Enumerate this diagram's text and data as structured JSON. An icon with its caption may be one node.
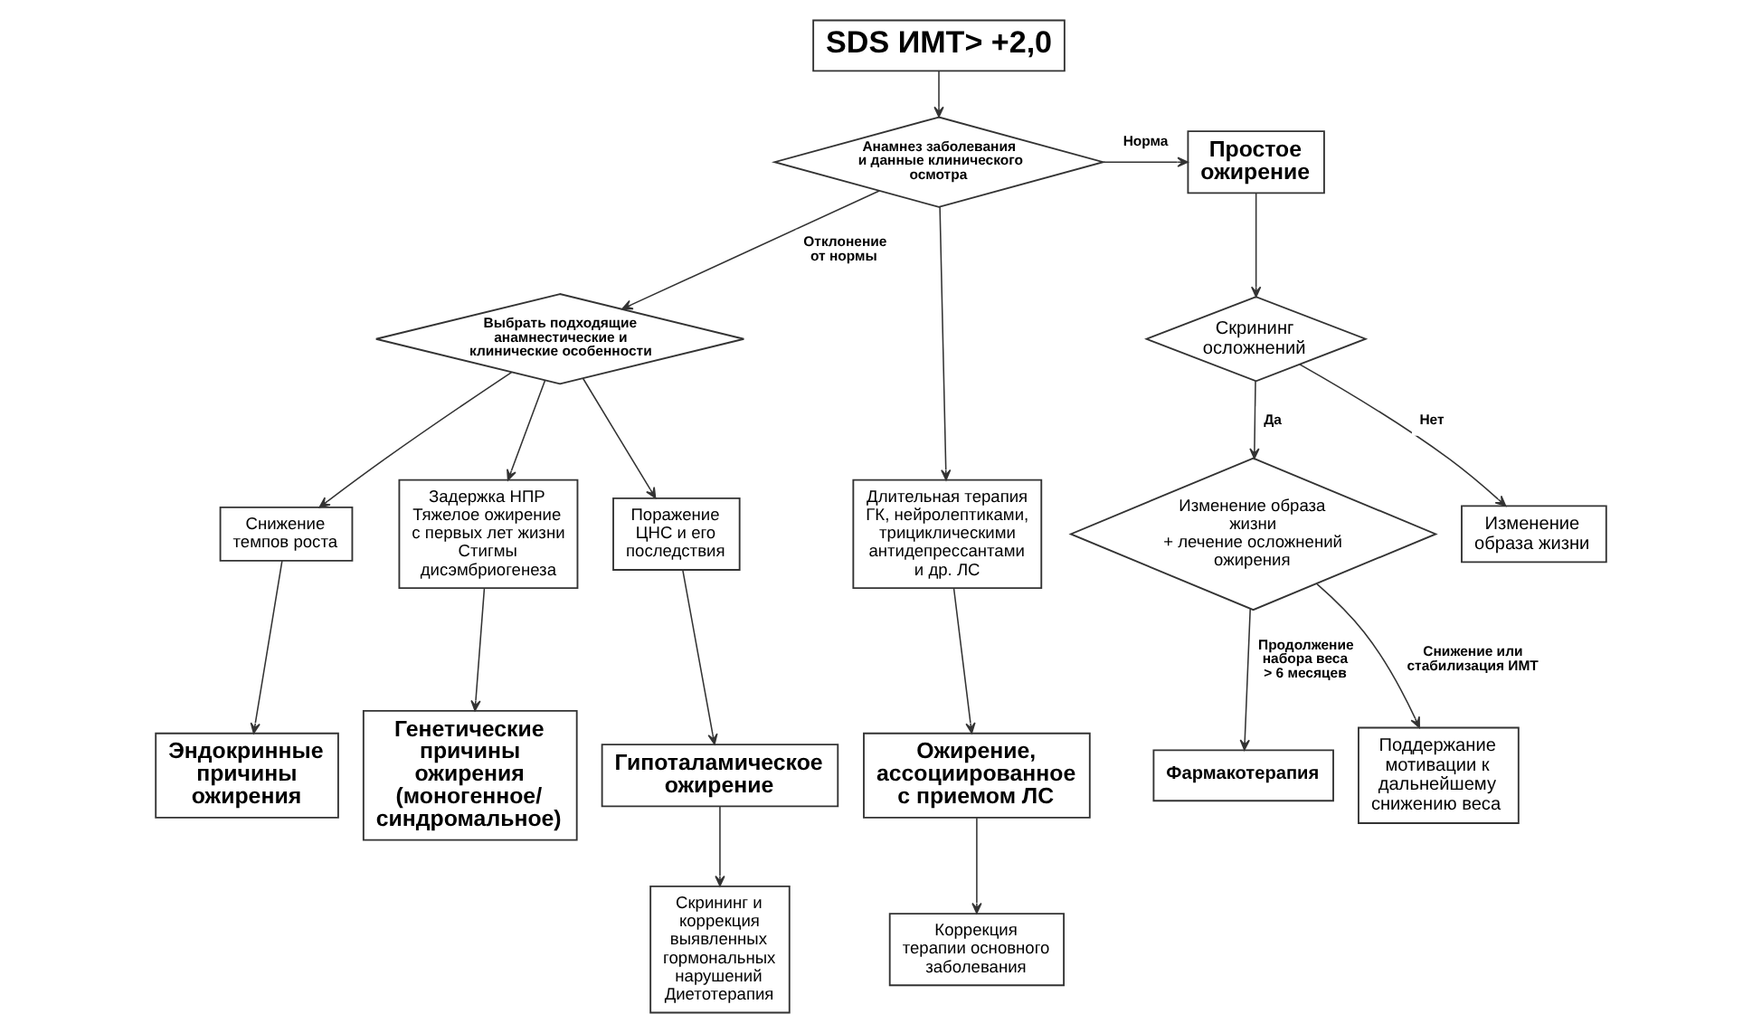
{
  "diagram": {
    "nodes": [
      {
        "text": [
          "SDS ИМТ> +2,0"
        ]
      },
      {
        "text": [
          "Анамнез заболевания и данные клинического осмотра"
        ]
      },
      {
        "text": [
          "Простое ожирение"
        ]
      },
      {
        "text": [
          "Выбрать подходящие анамнестические и клинические особенности"
        ]
      },
      {
        "text": [
          "Длительная терапия ГК, нейролептиками, трициклическими антидепрессантами и др. ЛС"
        ]
      },
      {
        "text": [
          "Скрининг осложнений"
        ]
      },
      {
        "text": [
          "Снижение темпов роста"
        ]
      },
      {
        "text": [
          "Задержка НПР",
          "Тяжелое ожирение с первых лет жизни",
          "Стигмы дисэмбриогенеза"
        ]
      },
      {
        "text": [
          "Поражение ЦНС и его последствия"
        ]
      },
      {
        "text": [
          "Изменение образа жизни"
        ]
      },
      {
        "text": [
          "Изменение образа жизни + лечение осложнений ожирения"
        ]
      },
      {
        "text": [
          "Ожирение, ассоциированное с приемом ЛС"
        ]
      },
      {
        "text": [
          "Гипоталамическое ожирение"
        ]
      },
      {
        "text": [
          "Эндокринные причины ожирения"
        ]
      },
      {
        "text": [
          "Генетические причины ожирения (моногенное/ синдромальное)"
        ]
      },
      {
        "text": [
          "Скрининг и коррекция выявленных гормональных нарушений",
          "Диетотерапия"
        ]
      },
      {
        "text": [
          "Коррекция терапии основного заболевания"
        ]
      },
      {
        "text": [
          "Фармакотерапия"
        ]
      },
      {
        "text": [
          "Поддержание мотивации к дальнейшему снижению веса"
        ]
      }
    ],
    "edges": [
      {
        "from": 0,
        "to": 1,
        "arrow": "to"
      },
      {
        "from": 1,
        "to": 3,
        "arrow": "to",
        "label": "Отклонение от нормы"
      },
      {
        "from": 1,
        "to": 2,
        "arrow": "to",
        "label": "Норма"
      },
      {
        "from": 1,
        "to": 4,
        "arrow": "to"
      },
      {
        "from": 2,
        "to": 5,
        "arrow": "to"
      },
      {
        "from": 3,
        "to": 6,
        "arrow": "to"
      },
      {
        "from": 3,
        "to": 7,
        "arrow": "to"
      },
      {
        "from": 3,
        "to": 8,
        "arrow": "to"
      },
      {
        "from": 5,
        "to": 10,
        "arrow": "to",
        "label": "Да"
      },
      {
        "from": 5,
        "to": 9,
        "arrow": "to",
        "label": "Нет"
      },
      {
        "from": 6,
        "to": 13,
        "arrow": "to"
      },
      {
        "from": 7,
        "to": 14,
        "arrow": "to"
      },
      {
        "from": 8,
        "to": 12,
        "arrow": "to"
      },
      {
        "from": 12,
        "to": 15,
        "arrow": "to"
      },
      {
        "from": 4,
        "to": 11,
        "arrow": "to"
      },
      {
        "from": 11,
        "to": 16,
        "arrow": "to"
      },
      {
        "from": 10,
        "to": 17,
        "arrow": "to",
        "label": "Продолжение набора веса > 6 месяцев"
      },
      {
        "from": 10,
        "to": 18,
        "arrow": "to",
        "label": "Снижение или стабилизация ИМТ"
      }
    ]
  }
}
